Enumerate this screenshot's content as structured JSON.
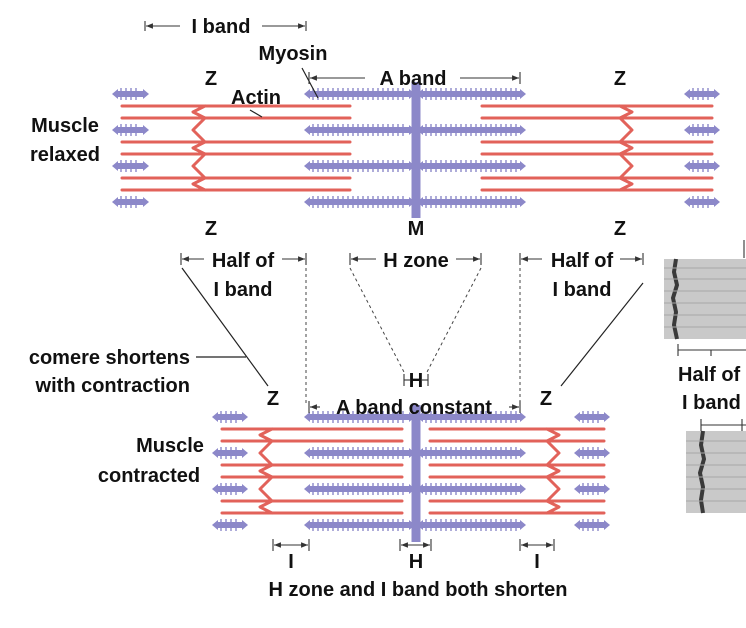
{
  "relaxed": {
    "state_label_1": "Muscle",
    "state_label_2": "relaxed",
    "z_left_top": "Z",
    "z_right_top": "Z",
    "z_left_bottom": "Z",
    "z_right_bottom": "Z",
    "m_label": "M",
    "i_band": "I band",
    "myosin": "Myosin",
    "actin": "Actin",
    "a_band": "A band"
  },
  "middle": {
    "half_i_left_1": "Half of",
    "half_i_left_2": "I band",
    "h_zone": "H zone",
    "half_i_right_1": "Half of",
    "half_i_right_2": "I band",
    "sarcomere_1": "comere shortens",
    "sarcomere_2": "with contraction"
  },
  "contracted": {
    "state_label_1": "Muscle",
    "state_label_2": "contracted",
    "z_left": "Z",
    "z_right": "Z",
    "h_label": "H",
    "a_band": "A band constant",
    "i_left": "I",
    "h_bottom": "H",
    "i_right": "I",
    "caption": "H zone and I band both shorten"
  },
  "micrograph": {
    "label_1": "Half of",
    "label_2": "I band"
  },
  "colors": {
    "actin": "#e2625a",
    "myosin": "#8c88c9",
    "micrograph_bg": "#c9c9c9"
  }
}
